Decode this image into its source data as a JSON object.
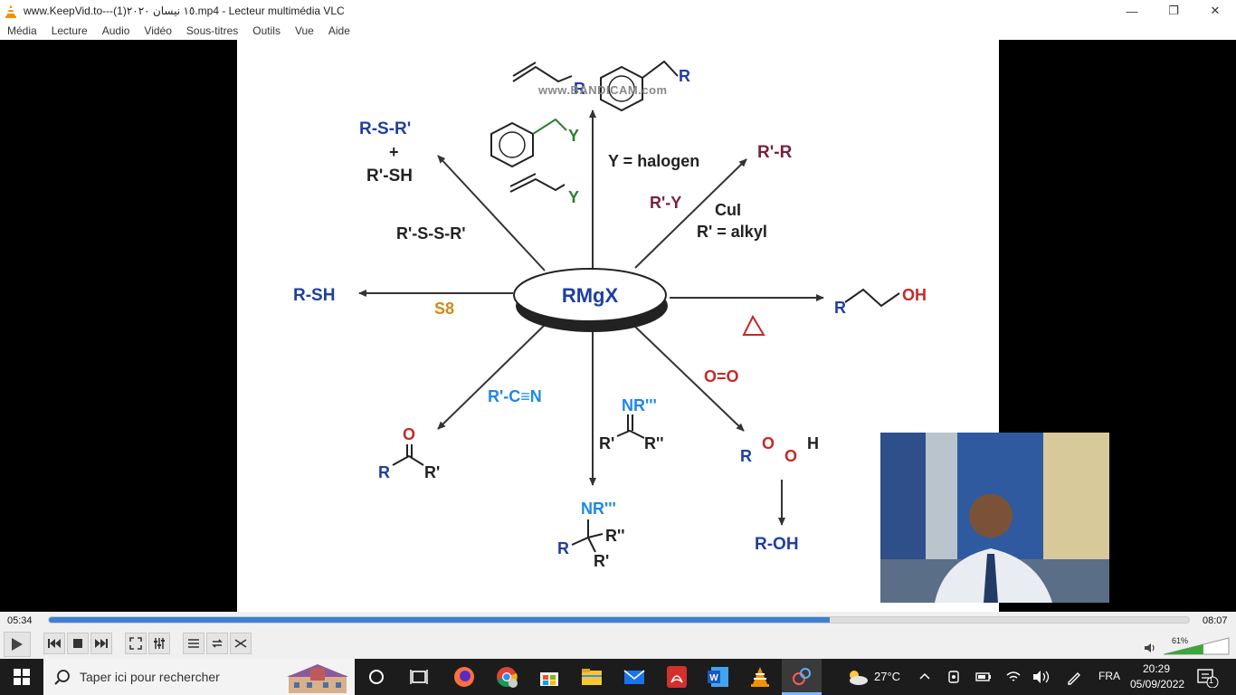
{
  "window": {
    "title": "www.KeepVid.to---١٥ نيسان ٢٠٢٠(1).mp4 - Lecteur multimédia VLC"
  },
  "menu": [
    "Média",
    "Lecture",
    "Audio",
    "Vidéo",
    "Sous-titres",
    "Outils",
    "Vue",
    "Aide"
  ],
  "watermark": "www.BANDICAM.com",
  "slide": {
    "center": "RMgX",
    "top_condition": "Y = halogen",
    "topright_condition_1": "R'-Y",
    "topright_condition_2": "CuI",
    "topright_condition_3": "R' = alkyl",
    "topright_product": "R'-R",
    "topleft_reagent": "R'-S-S-R'",
    "topleft_product_1": "R-S-R'",
    "topleft_plus": "+",
    "topleft_product_2": "R'-SH",
    "left_reagent": "S8",
    "left_product": "R-SH",
    "right_product_r": "R",
    "right_product_oh": "OH",
    "bottomleft_reagent": "R'-C≡N",
    "bottomleft_product_o": "O",
    "bottomleft_product_r": "R",
    "bottomleft_product_r2": "R'",
    "bottom_reagent_nr": "NR'''",
    "bottom_reagent_r1": "R'",
    "bottom_reagent_r2": "R''",
    "bottom_product_nr": "NR'''",
    "bottom_product_r": "R",
    "bottom_product_r1": "R''",
    "bottom_product_r2": "R'",
    "bottomright_reagent": "O=O",
    "bottomright_product_r": "R",
    "bottomright_product_o1": "O",
    "bottomright_product_o2": "O",
    "bottomright_product_h": "H",
    "bottomright_final": "R-OH",
    "benzyl_y": "Y",
    "allyl_y": "Y",
    "top_product_r1": "R",
    "top_product_r2": "R"
  },
  "player": {
    "time_current": "05:34",
    "time_total": "08:07",
    "progress_fraction": 0.685,
    "volume_percent": "61%",
    "volume_fraction": 0.61
  },
  "taskbar": {
    "search_placeholder": "Taper ici pour rechercher",
    "weather": "27°C",
    "language": "FRA",
    "time": "20:29",
    "date": "05/09/2022",
    "notification_count": "1"
  },
  "colors": {
    "accent": "#3d7fd6",
    "blue": "#1f3fa0",
    "green": "#2e7d32",
    "orange": "#d08a1a",
    "red": "#c62828",
    "maroon": "#7b1f3a",
    "cyan": "#1e88e5"
  }
}
